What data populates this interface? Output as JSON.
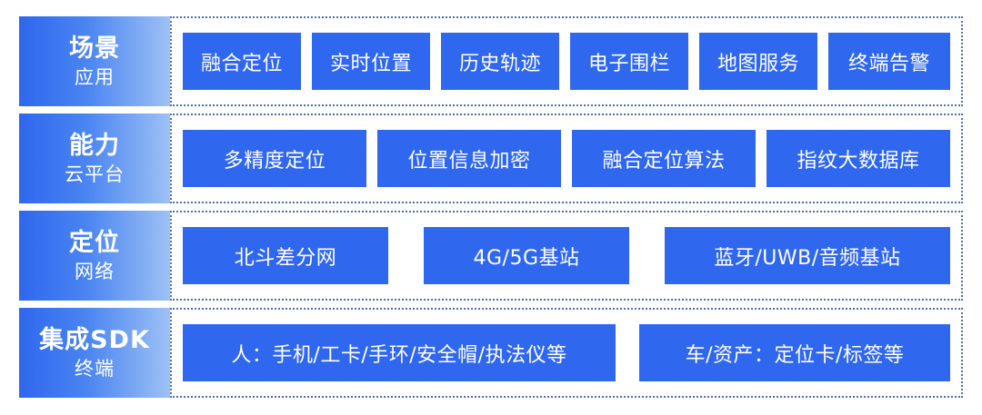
{
  "layers": [
    {
      "title": "场景",
      "subtitle": "应用",
      "items": [
        "融合定位",
        "实时位置",
        "历史轨迹",
        "电子围栏",
        "地图服务",
        "终端告警"
      ]
    },
    {
      "title": "能力",
      "subtitle": "云平台",
      "items": [
        "多精度定位",
        "位置信息加密",
        "融合定位算法",
        "指纹大数据库"
      ]
    },
    {
      "title": "定位",
      "subtitle": "网络",
      "items": [
        "北斗差分网",
        "4G/5G基站",
        "蓝牙/UWB/音频基站"
      ]
    },
    {
      "title": "集成SDK",
      "subtitle": "终端",
      "items": [
        "人：手机/工卡/手环/安全帽/执法仪等",
        "车/资产：定位卡/标签等"
      ]
    }
  ],
  "colors": {
    "box_fill": "#2f67ee",
    "label_gradient_start": "#2f67ee",
    "label_gradient_end": "#9ec1f5",
    "panel_border": "#4d6fb0",
    "text": "#ffffff"
  }
}
